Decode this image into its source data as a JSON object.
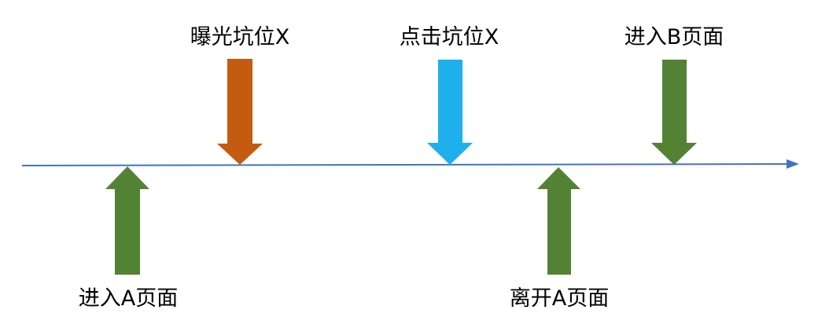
{
  "timeline": {
    "line_color": "#4472C4"
  },
  "events": [
    {
      "id": "enter-a",
      "label": "进入A页面",
      "direction": "up",
      "color": "#548235"
    },
    {
      "id": "expose-x",
      "label": "曝光坑位X",
      "direction": "down",
      "color": "#C55A11"
    },
    {
      "id": "click-x",
      "label": "点击坑位X",
      "direction": "down",
      "color": "#1DB0EC"
    },
    {
      "id": "leave-a",
      "label": "离开A页面",
      "direction": "up",
      "color": "#548235"
    },
    {
      "id": "enter-b",
      "label": "进入B页面",
      "direction": "down",
      "color": "#548235"
    }
  ]
}
